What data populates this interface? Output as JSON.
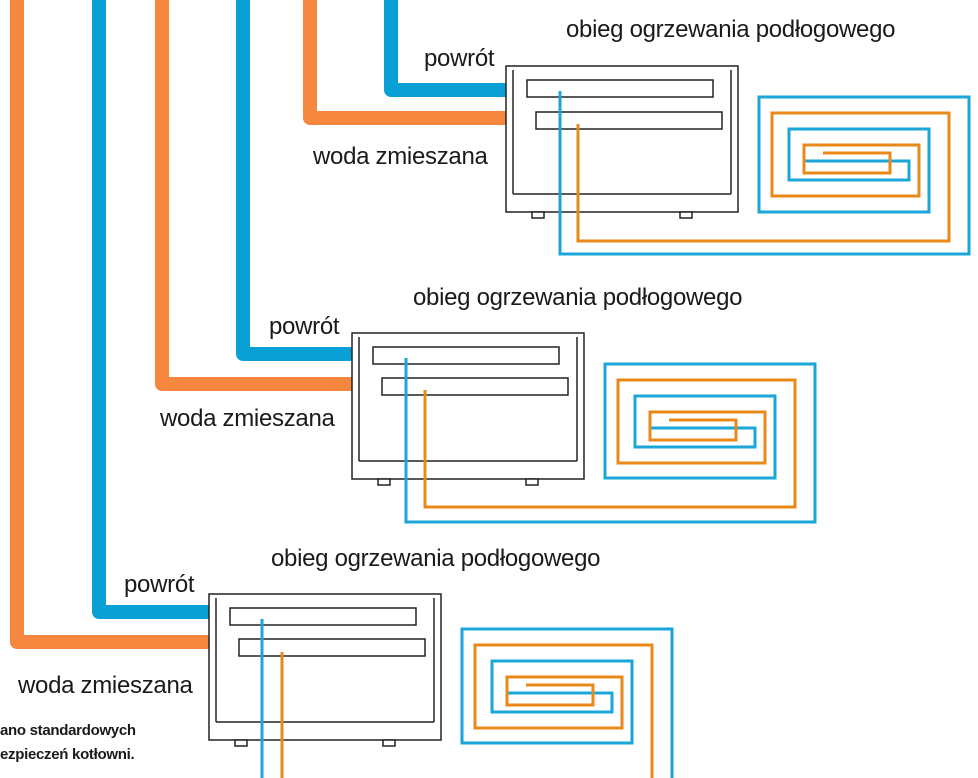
{
  "colors": {
    "supply": "#f5873f",
    "return": "#0aa0d6",
    "coil_orange": "#e8891a",
    "coil_blue": "#1aa6d8",
    "outline": "#222222"
  },
  "units": [
    {
      "title": "obieg ogrzewania podłogowego",
      "return_label": "powrót",
      "supply_label": "woda zmieszana"
    },
    {
      "title": "obieg ogrzewania podłogowego",
      "return_label": "powrót",
      "supply_label": "woda zmieszana"
    },
    {
      "title": "obieg ogrzewania podłogowego",
      "return_label": "powrót",
      "supply_label": "woda zmieszana"
    }
  ],
  "note": {
    "line1": "ano standardowych",
    "line2": "ezpieczeń kotłowni."
  }
}
